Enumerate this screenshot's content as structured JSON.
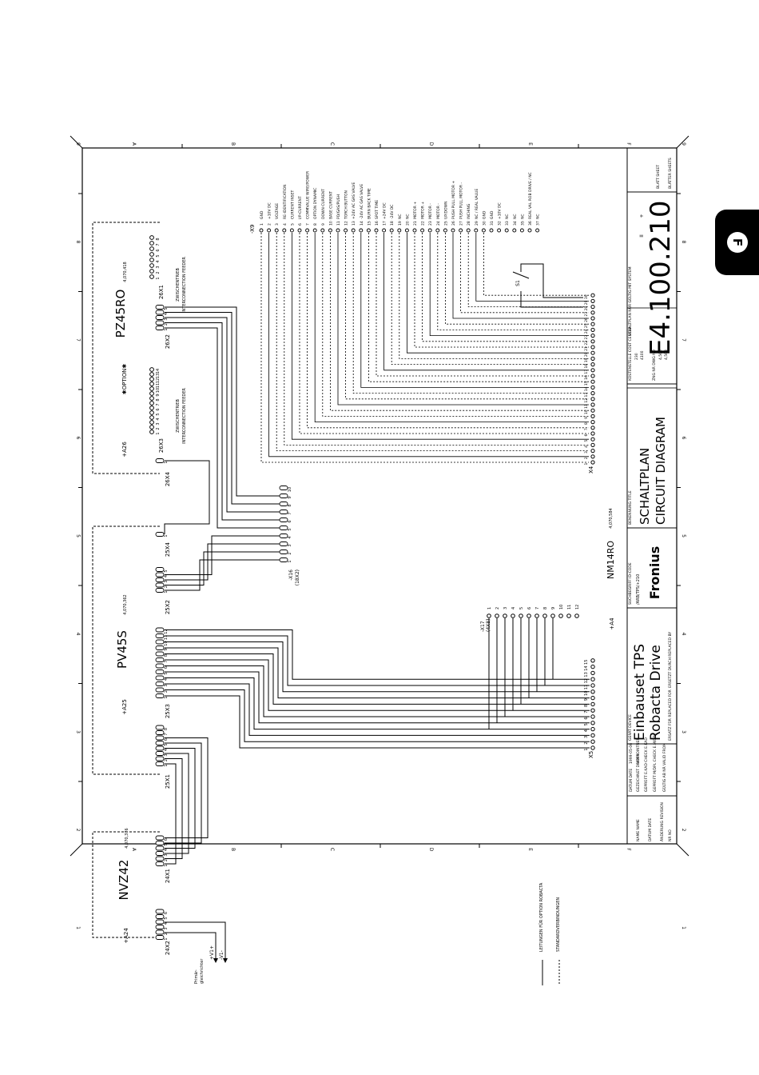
{
  "tab_letter": "F",
  "grid": {
    "numbers": [
      "1",
      "2",
      "3",
      "4",
      "5",
      "6",
      "7",
      "8",
      "9"
    ],
    "letters": [
      "A",
      "B",
      "C",
      "D",
      "E",
      "F"
    ]
  },
  "modules": {
    "nvz": {
      "name": "NVZ42",
      "ref": "+A24",
      "part": "4,070,376",
      "connectors": [
        "24X2",
        "24X1"
      ]
    },
    "pv": {
      "name": "PV45S",
      "ref": "+A25",
      "part": "4,070,362",
      "connectors": [
        "25X1",
        "25X3",
        "25X2",
        "25X4"
      ]
    },
    "pz": {
      "name": "PZ45RO",
      "ref": "+A26",
      "option": "✱OPTION✱",
      "part": "4,070,418",
      "connectors": [
        "26X4",
        "26X3",
        "26X2",
        "26X1"
      ]
    },
    "nm": {
      "name": "NM14RO",
      "ref": "+A4",
      "part": "4,070,584",
      "connectors": [
        "X5",
        "X4"
      ]
    },
    "feeder_de": "ZWISCHENTRIEB",
    "feeder_en": "INTERCONNECTION FEEDER"
  },
  "connectors_mid": {
    "x16": "-X16",
    "x16b": "(18X2)",
    "x17": "-X17",
    "x17b": "(4X8)",
    "x16_pins": [
      "1",
      "2",
      "3",
      "4",
      "5",
      "6",
      "7",
      "8",
      "9",
      "10"
    ],
    "x17_pins": [
      "1",
      "2",
      "3",
      "4",
      "5",
      "6",
      "7",
      "8",
      "9",
      "10",
      "11",
      "12"
    ]
  },
  "switch": "S1",
  "supply": {
    "label1": "Primär-",
    "label2": "gleichrichter",
    "plus": "+V1+",
    "minus": "-V1-"
  },
  "legend": {
    "solid": "LEITUNGEN FÜR OPTION ROBACTA",
    "dashed": "STANDARDVERBINDUNGEN"
  },
  "x9": {
    "label": "-X9",
    "pins": [
      {
        "n": "1",
        "s": "GND"
      },
      {
        "n": "2",
        "s": "+10V DC"
      },
      {
        "n": "3",
        "s": "VOLTAGE"
      },
      {
        "n": "4",
        "s": "RE-IDENTIFICATION"
      },
      {
        "n": "5",
        "s": "CURRENT INSET"
      },
      {
        "n": "6",
        "s": "I/P-CURRENT"
      },
      {
        "n": "7",
        "s": "COMMVALUE WIRE/POWER"
      },
      {
        "n": "8",
        "s": "OPTION DYNAMIC"
      },
      {
        "n": "9",
        "s": "DOWN CURRENT"
      },
      {
        "n": "10",
        "s": "BASE CURRENT"
      },
      {
        "n": "11",
        "s": "PD/GAS/PUSH"
      },
      {
        "n": "12",
        "s": "TORCH BUTTON"
      },
      {
        "n": "13",
        "s": "+24V AC GAS VALVE"
      },
      {
        "n": "14",
        "s": "-24V AC GAS VALVE"
      },
      {
        "n": "15",
        "s": "BURN BACK TIME"
      },
      {
        "n": "16",
        "s": "SPOT TIME"
      },
      {
        "n": "17",
        "s": "+24V DC"
      },
      {
        "n": "18",
        "s": "-24V DC"
      },
      {
        "n": "19",
        "s": "NC"
      },
      {
        "n": "20",
        "s": "NC"
      },
      {
        "n": "21",
        "s": "MOTOR +"
      },
      {
        "n": "22",
        "s": "MOTOR +"
      },
      {
        "n": "23",
        "s": "MOTOR -"
      },
      {
        "n": "24",
        "s": "MOTOR -"
      },
      {
        "n": "25",
        "s": "UP/DOWN"
      },
      {
        "n": "26",
        "s": "PUSH PULL MOTOR +"
      },
      {
        "n": "27",
        "s": "PUSH PULL MOTOR -"
      },
      {
        "n": "28",
        "s": "INCHING"
      },
      {
        "n": "29",
        "s": "NC / REAL VALUE"
      },
      {
        "n": "30",
        "s": "GND"
      },
      {
        "n": "31",
        "s": "GND"
      },
      {
        "n": "32",
        "s": "+10V DC"
      },
      {
        "n": "33",
        "s": "NC"
      },
      {
        "n": "34",
        "s": "NC"
      },
      {
        "n": "35",
        "s": "NC"
      },
      {
        "n": "36",
        "s": "REAL VAL ROB DRIVE / NC"
      },
      {
        "n": "37",
        "s": "NC"
      }
    ]
  },
  "title_block": {
    "h_nr": "NR NO",
    "h_change": "ÄNDERUNG REVISION",
    "h_date": "DATUM DATE",
    "h_name": "NAME NAME",
    "r_date": "DATUM DATE",
    "r_drawn": "GEZEICHNET DRAWN",
    "r_check": "GEPRÜFT E.KAD CHECK E.KAD",
    "r_check2": "GEPRÜFT M/DPL CHECK E.M/DPL",
    "r_valid": "GÜLTIG AB NR VALID FROM",
    "v_date": "1999-05-06",
    "v_drawn": "HOFPOINTNER",
    "device_h": "GERÄT DEVICE",
    "device1": "Einbauset TPS",
    "device2": "Robacta Drive",
    "replaced_for": "ERSATZ FÜR REPLACED FOR",
    "replaced_by": "ERSETZT DURCH REPLACED BY",
    "ref_h": "SUCHBEGRIFF ID-CODE",
    "ref": "/ARB/TPS/+210",
    "logo": "Fronius",
    "ben_h": "BENENNUNG TITLE",
    "title1": "SCHALTPLAN",
    "title2": "CIRCUIT DIAGRAM",
    "cost_h": "KOSTENSTELLE COST CENTER",
    "cost_a": "230",
    "cost_b": "4100",
    "zng_h": "ZNG NR DWG NO",
    "zng_a": "4,500",
    "zng_b": "4,508",
    "valid_h": "SCHALTPLAN NUR GÜLTIG MIT SYSTEM",
    "drawing_no": "E4.100.210",
    "sheet_h": "BLATT SHEET",
    "sheets_h": "BLÄTTER SHEETS",
    "sheet_a": "II",
    "sheet_b": "+"
  }
}
